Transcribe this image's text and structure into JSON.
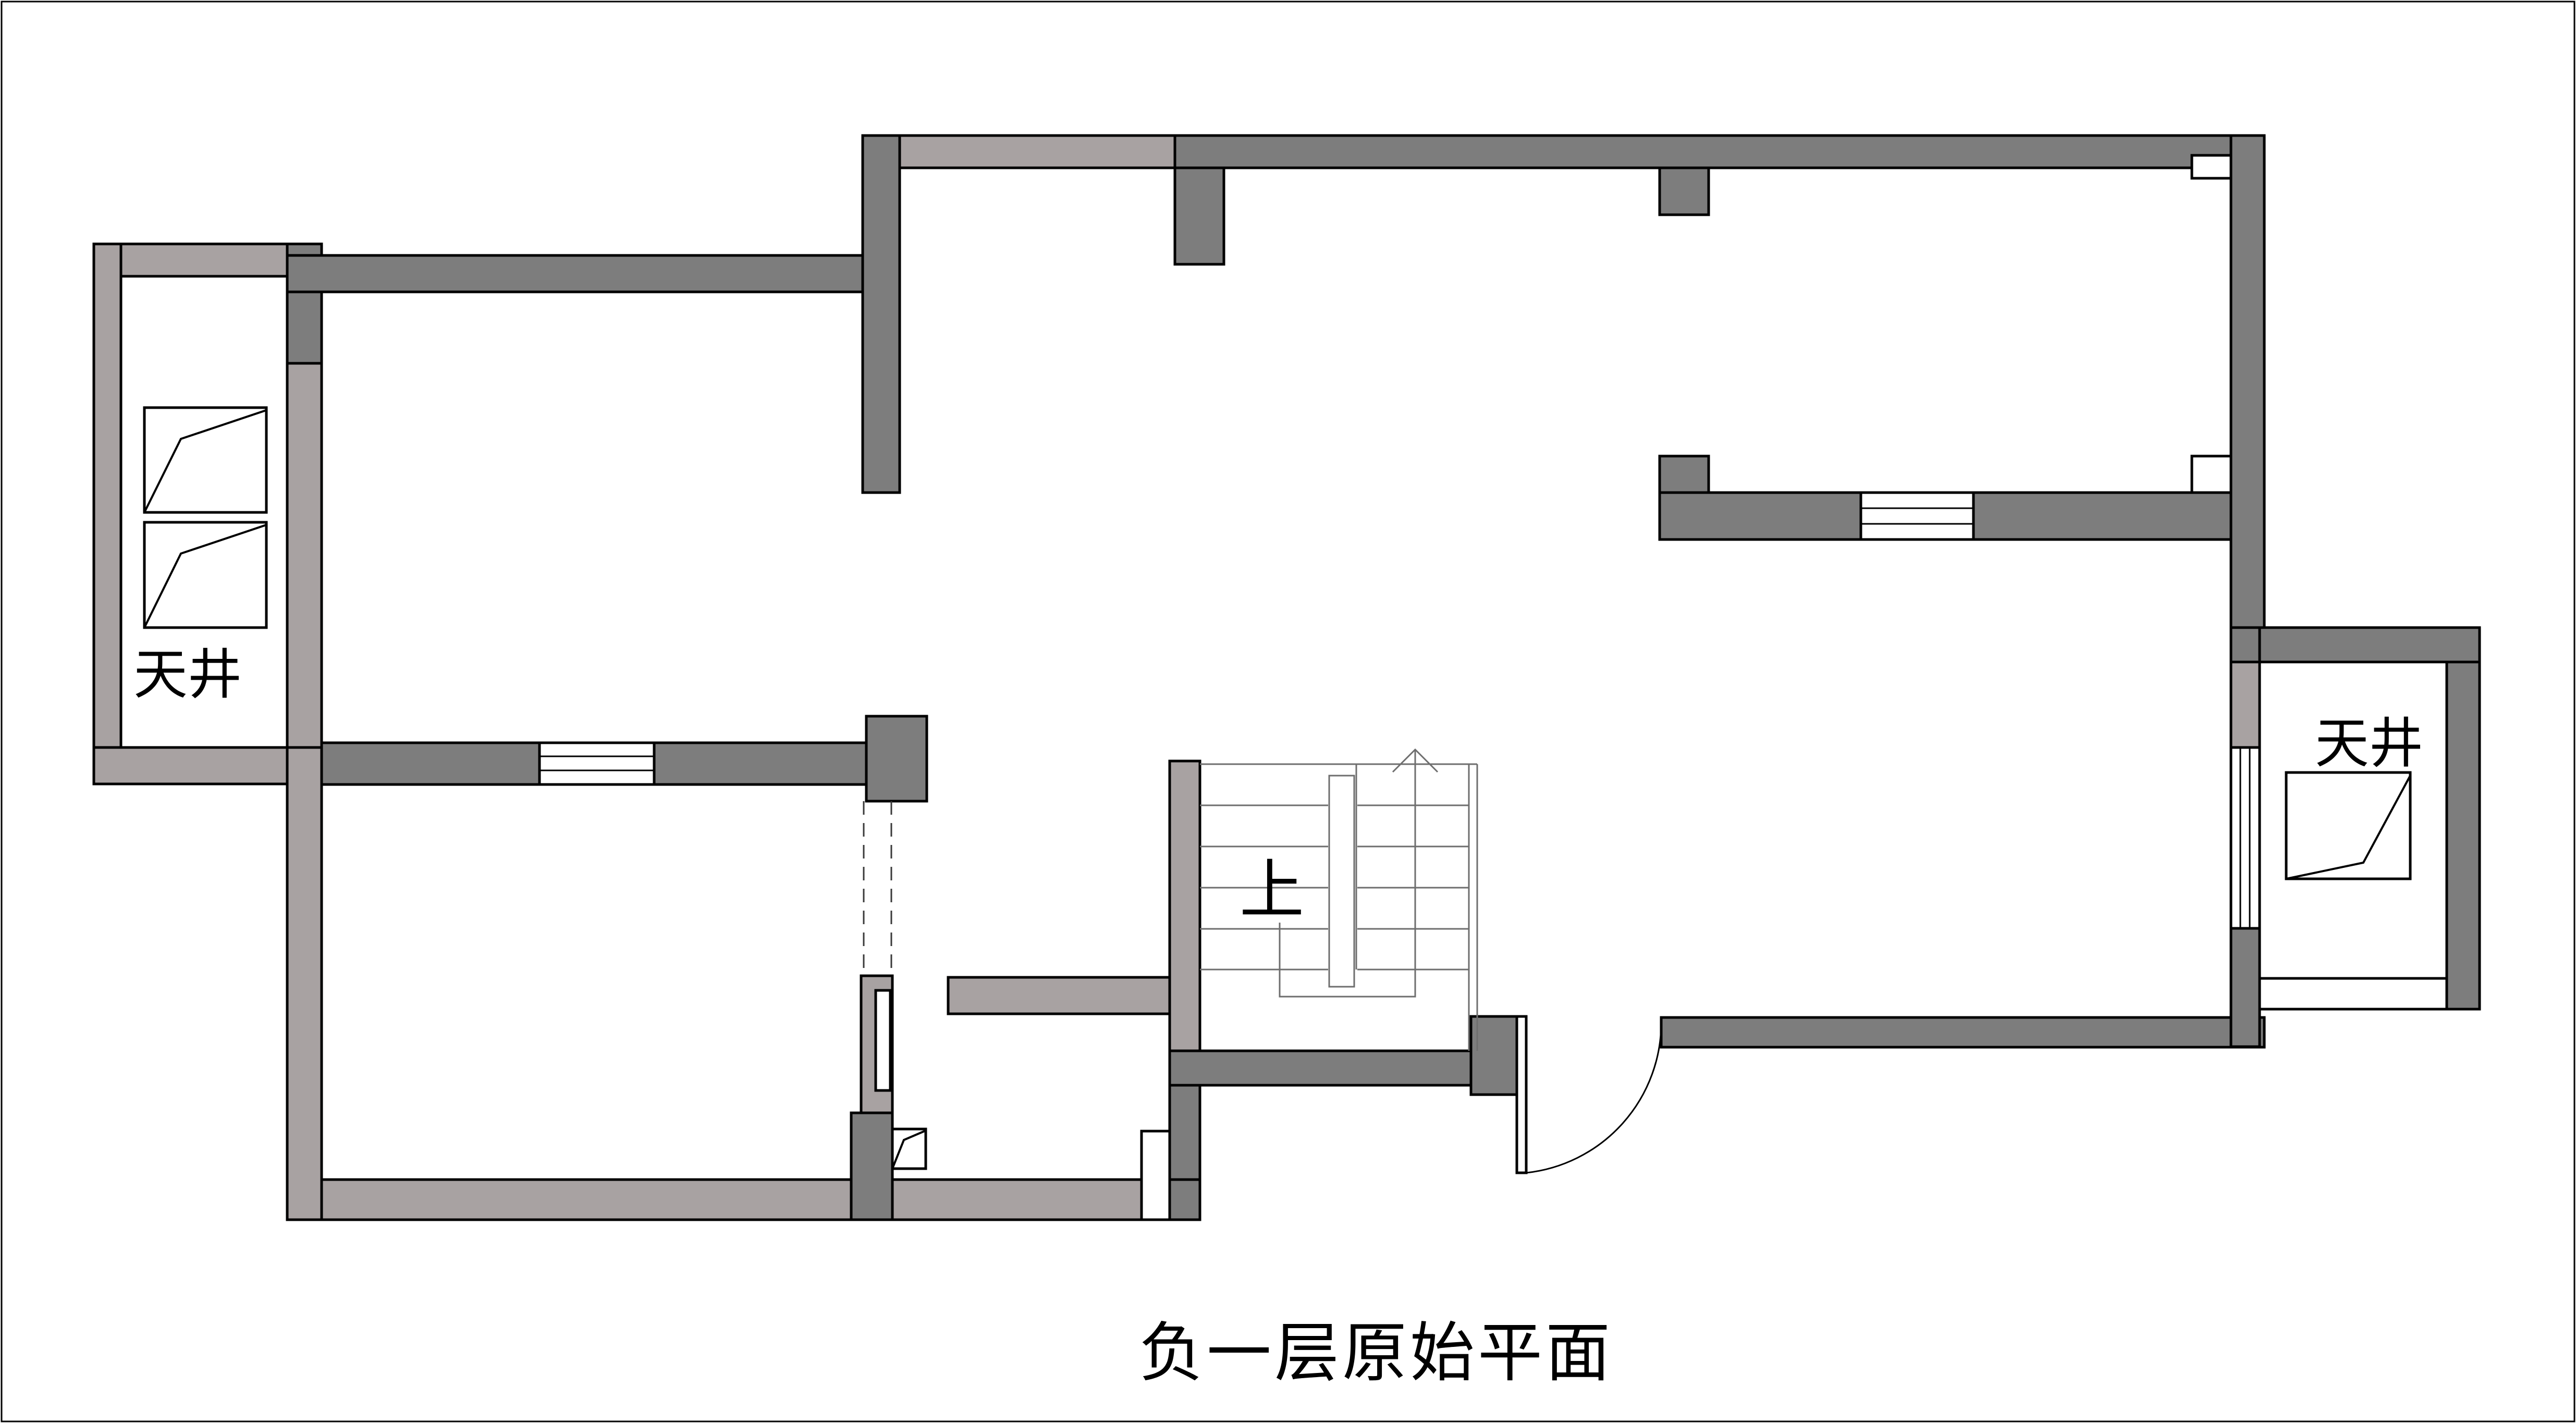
{
  "title": {
    "text": "负一层原始平面"
  },
  "labels": {
    "courtyard_left": "天井",
    "courtyard_right": "天井",
    "stairs_up": "上"
  },
  "colors": {
    "wall_dark": "#7d7d7d",
    "wall_light": "#a8a2a2",
    "outline": "#000000",
    "background": "#ffffff",
    "stair_line": "#6e6e6e",
    "dashed_line": "#3a3a3a"
  }
}
